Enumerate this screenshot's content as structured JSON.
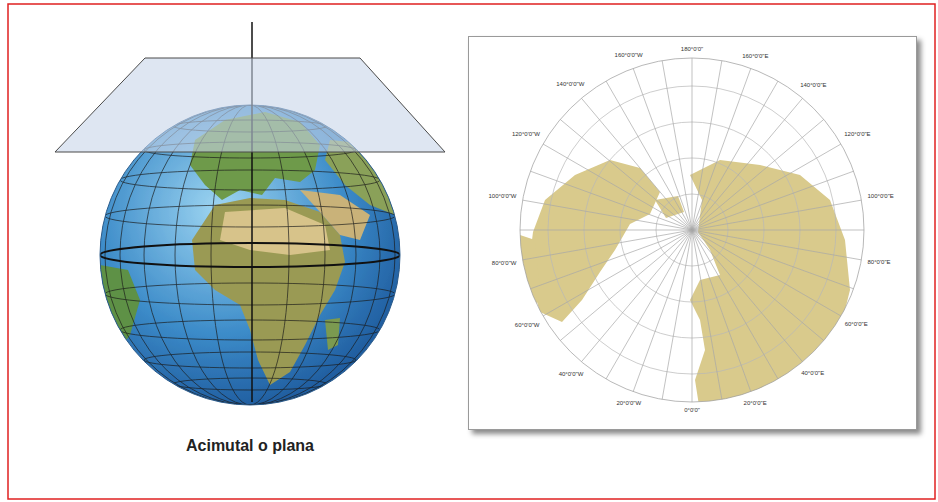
{
  "diagram": {
    "caption": "Acimutal o plana",
    "labels": [
      "180°0'0\"",
      "160°0'0\"E",
      "140°0'0\"E",
      "120°0'0\"E",
      "100°0'0\"E",
      "80°0'0\"E",
      "60°0'0\"E",
      "40°0'0\"E",
      "20°0'0\"E",
      "0°0'0\"",
      "20°0'0\"W",
      "40°0'0\"W",
      "60°0'0\"W",
      "80°0'0\"W",
      "100°0'0\"W",
      "120°0'0\"W",
      "140°0'0\"W",
      "160°0'0\"W"
    ]
  }
}
